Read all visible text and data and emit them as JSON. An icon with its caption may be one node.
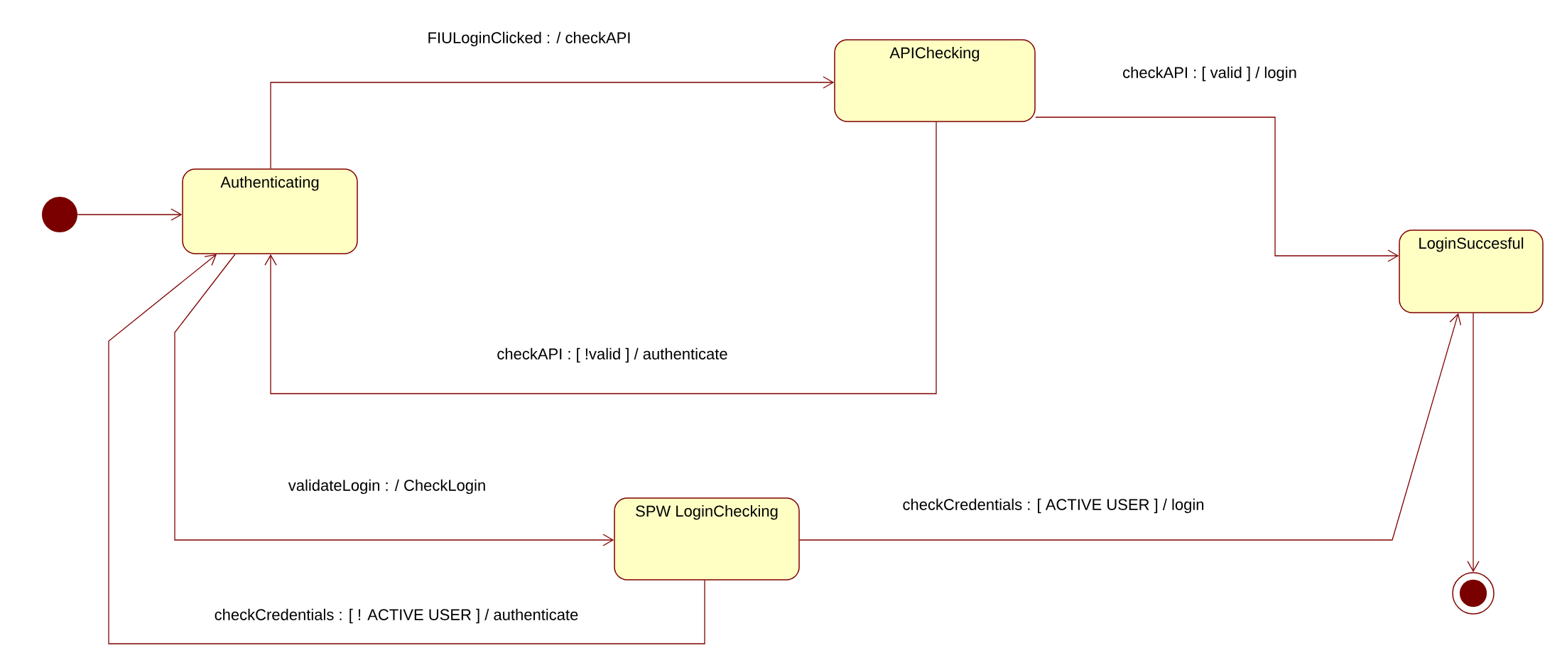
{
  "diagram": {
    "nodes": [
      {
        "text": [],
        "shape": "circle"
      },
      {
        "text": [
          "Authenticating"
        ]
      },
      {
        "text": [
          "APIChecking"
        ]
      },
      {
        "text": [
          "LoginSuccesful"
        ]
      },
      {
        "text": [
          "SPW LoginChecking"
        ]
      },
      {
        "text": [],
        "shape": "circle"
      }
    ],
    "edges": [
      {
        "from": 0,
        "to": 1,
        "arrow": "to"
      },
      {
        "from": 1,
        "to": 2,
        "arrow": "to",
        "label": "FIULoginClicked : / checkAPI"
      },
      {
        "from": 2,
        "to": 3,
        "arrow": "to",
        "label": "checkAPI : [ valid ] / login"
      },
      {
        "from": 2,
        "to": 1,
        "arrow": "to",
        "label": "checkAPI : [ !valid ] / authenticate"
      },
      {
        "from": 1,
        "to": 4,
        "arrow": "to",
        "label": "validateLogin : / CheckLogin"
      },
      {
        "from": 4,
        "to": 3,
        "arrow": "to",
        "label": "checkCredentials : [ ACTIVE USER ] / login"
      },
      {
        "from": 4,
        "to": 1,
        "arrow": "to",
        "label": "checkCredentials : [ ! ACTIVE USER ] / authenticate"
      },
      {
        "from": 3,
        "to": 5,
        "arrow": "to"
      }
    ]
  }
}
